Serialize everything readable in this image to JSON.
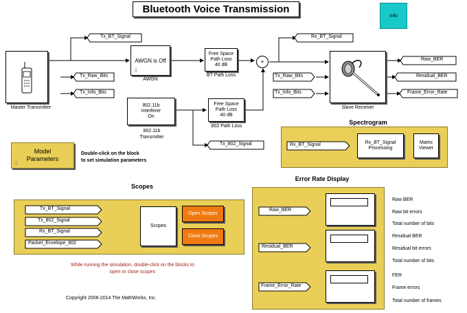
{
  "title": "Bluetooth Voice Transmission",
  "info_button": "Info",
  "master_transmitter": {
    "label": "Master Transmitter"
  },
  "awgn": {
    "text": "AWGN is Off",
    "label": "AWGN"
  },
  "bt_path_loss": {
    "lines": [
      "Free Space",
      "Path Loss",
      "40 dB"
    ],
    "label": "BT Path Loss"
  },
  "interferer": {
    "lines": [
      "802.11b",
      "Interferer",
      "On"
    ],
    "label": [
      "802.11b",
      "Transmitter"
    ]
  },
  "path_loss_802": {
    "lines": [
      "Free Space",
      "Path Loss",
      "40 dB"
    ],
    "label": "802 Path Loss"
  },
  "sum_symbol": "+",
  "slave_receiver": {
    "label": "Slave Receiver"
  },
  "tags": {
    "tx_bt_signal": "Tx_BT_Signal",
    "tx_raw_bits_out": "Tx_Raw_Bits",
    "tx_info_bits_out": "Tx_Info_Bits",
    "tx_802_signal": "Tx_802_Signal",
    "rx_bt_signal": "Rx_BT_Signal",
    "tx_raw_bits_in": "Tx_Raw_Bits",
    "tx_info_bits_in": "Tx_Info_Bits",
    "raw_ber": "Raw_BER",
    "residual_ber": "Residual_BER",
    "frame_error_rate": "Frame_Error_Rate"
  },
  "model_parameters": {
    "label": "Model Parameters",
    "hint": [
      "Double-click on the block",
      "to set simulation parameters"
    ]
  },
  "spectrogram": {
    "heading": "Spectrogram",
    "input_tag": "Rx_BT_Signal",
    "processing": [
      "Rx_BT_Signal",
      "Processing"
    ],
    "viewer": [
      "Matrix",
      "Viewer"
    ]
  },
  "scopes": {
    "heading": "Scopes",
    "inputs": [
      "Tx_BT_Signal",
      "Tx_802_Signal",
      "Rx_BT_Signal",
      "Packet_Envelope_802"
    ],
    "block": "Scopes",
    "open_button": "Open Scopes",
    "close_button": "Close Scopes",
    "note": [
      "While running the simulation, double-click on the blocks to",
      "open or close  scopes"
    ]
  },
  "error_rate": {
    "heading": "Error Rate Display",
    "inputs": [
      "Raw_BER",
      "Residual_BER",
      "Frame_Error_Rate"
    ],
    "legend": [
      "Raw BER",
      "Raw bit errors",
      "Total number of bits",
      "Residual BER",
      "Residual bit errors",
      "Total number of bits",
      "FER",
      "Frame errors",
      "Total number of frames"
    ]
  },
  "copyright": "Copyright 2006-2014 The MathWorks, Inc.",
  "colors": {
    "annotation_area": "#e9cf57",
    "button_orange": "#f07a12",
    "info_cyan": "#17c9c9",
    "note_red": "#a0231a"
  }
}
